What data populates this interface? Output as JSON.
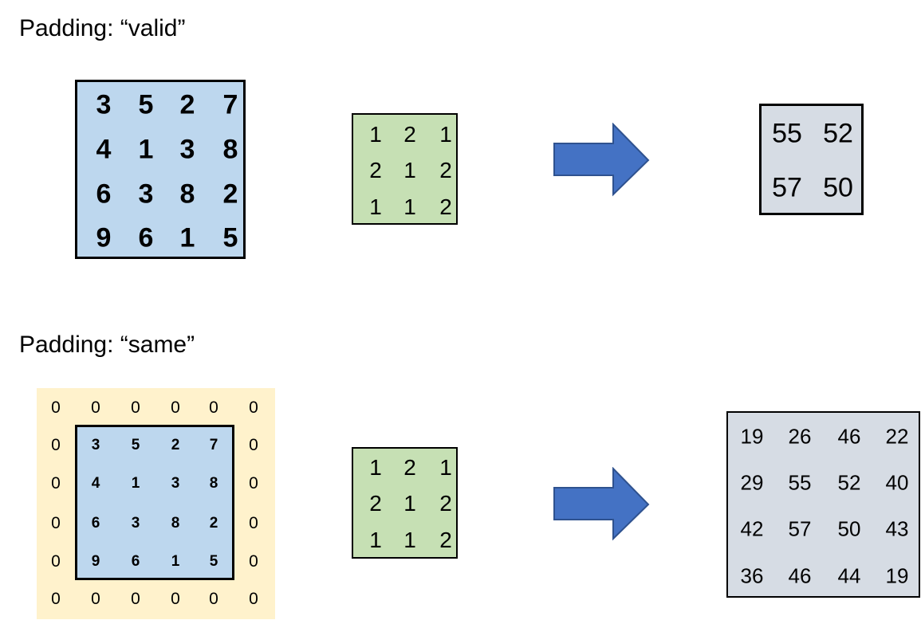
{
  "titles": {
    "valid": "Padding: “valid”",
    "same": "Padding: “same”"
  },
  "input_matrix": [
    [
      3,
      5,
      2,
      7
    ],
    [
      4,
      1,
      3,
      8
    ],
    [
      6,
      3,
      8,
      2
    ],
    [
      9,
      6,
      1,
      5
    ]
  ],
  "kernel": [
    [
      1,
      2,
      1
    ],
    [
      2,
      1,
      2
    ],
    [
      1,
      1,
      2
    ]
  ],
  "output_valid": [
    [
      55,
      52
    ],
    [
      57,
      50
    ]
  ],
  "output_same": [
    [
      19,
      26,
      46,
      22
    ],
    [
      29,
      55,
      52,
      40
    ],
    [
      42,
      57,
      50,
      43
    ],
    [
      36,
      46,
      44,
      19
    ]
  ],
  "padding_value": 0,
  "colors": {
    "input": "#bdd7ee",
    "kernel": "#c6e0b4",
    "output": "#d6dce4",
    "padding": "#fff2cc",
    "arrow": "#4472c4",
    "arrow_edge": "#2f528f"
  }
}
